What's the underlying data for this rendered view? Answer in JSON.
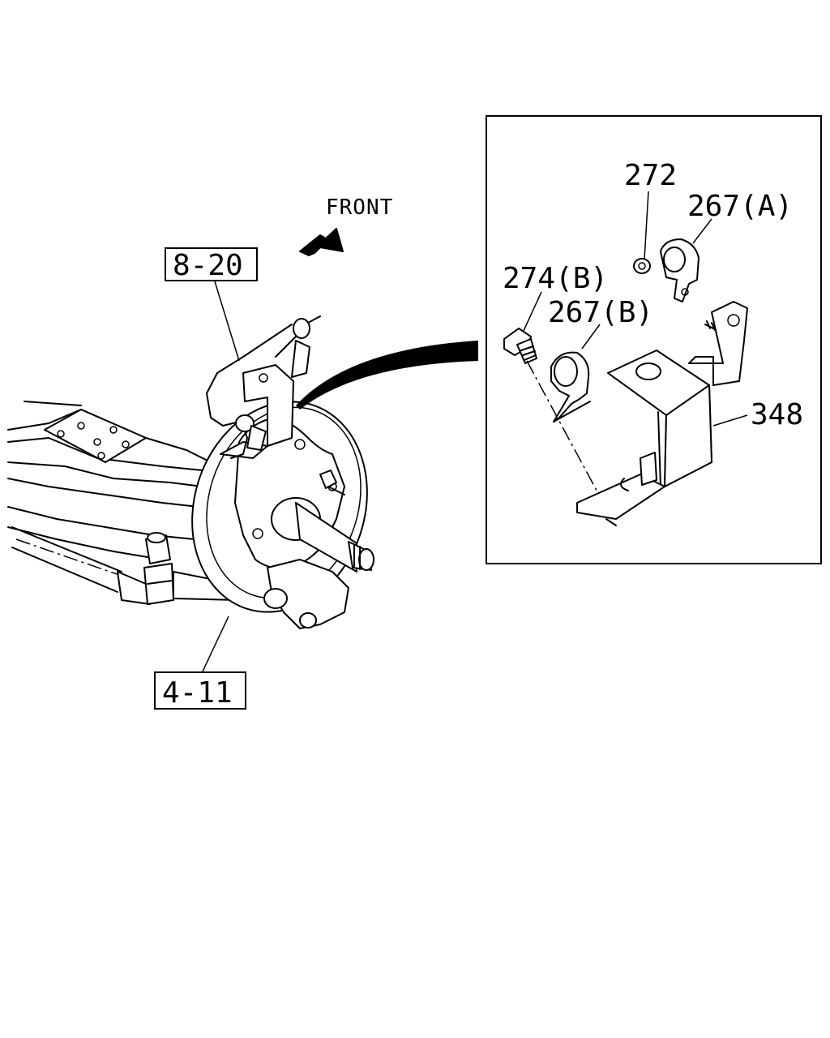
{
  "labels": {
    "front": "FRONT",
    "ref_8_20": "8-20",
    "ref_4_11": "4-11",
    "part_272": "272",
    "part_267a": "267(A)",
    "part_274b": "274(B)",
    "part_267b": "267(B)",
    "part_348": "348"
  }
}
